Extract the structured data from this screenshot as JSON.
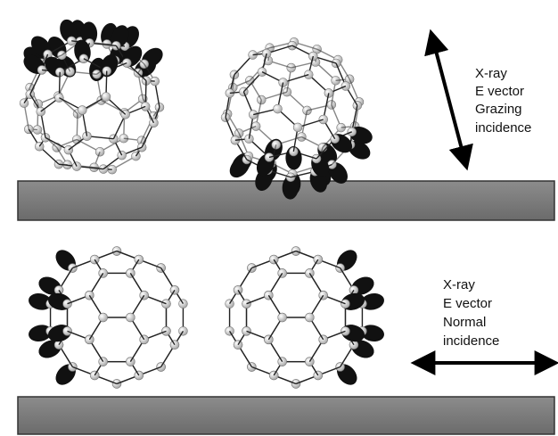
{
  "panels": {
    "grazing": {
      "label_lines": [
        "X-ray",
        "E vector",
        "Grazing",
        "incidence"
      ]
    },
    "normal": {
      "label_lines": [
        "X-ray",
        "E vector",
        "Normal",
        "incidence"
      ]
    }
  },
  "colors": {
    "substrate_fill": "#7a7a7a",
    "substrate_edge": "#333333",
    "orbital": "#111111",
    "atom_fill": "#d4d4d4",
    "bond": "#222222",
    "background": "#ffffff"
  },
  "icons": [
    "c60-molecule",
    "pi-orbital-lobe",
    "double-headed-arrow"
  ]
}
